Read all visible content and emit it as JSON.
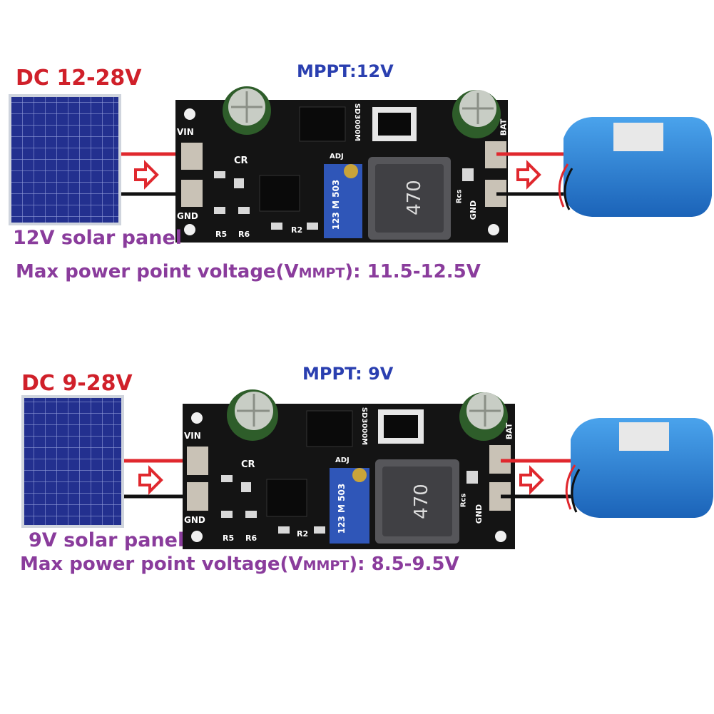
{
  "diagrams": [
    {
      "input_range": "DC 12-28V",
      "mppt": "MPPT:12V",
      "panel_label": "12V solar panel",
      "vmp_prefix": "Max power point voltage(V",
      "vmp_sub": "MMPT",
      "vmp_suffix": "):  11.5-12.5V",
      "board": {
        "vin": "VIN",
        "gnd": "GND",
        "bat": "BAT",
        "gnd2": "GND",
        "cr": "CR",
        "adj": "ADJ",
        "r5": "R5",
        "r6": "R6",
        "r2": "R2",
        "rcs": "Rcs",
        "inductor": "470",
        "pot_code": "123 M 503",
        "chip": "SD3000M"
      }
    },
    {
      "input_range": "DC 9-28V",
      "mppt": "MPPT: 9V",
      "panel_label": "9V solar panel",
      "vmp_prefix": "Max power point voltage(V",
      "vmp_sub": "MMPT",
      "vmp_suffix": "): 8.5-9.5V",
      "board": {
        "vin": "VIN",
        "gnd": "GND",
        "bat": "BAT",
        "gnd2": "GND",
        "cr": "CR",
        "adj": "ADJ",
        "r5": "R5",
        "r6": "R6",
        "r2": "R2",
        "rcs": "Rcs",
        "inductor": "470",
        "pot_code": "123 M 503",
        "chip": "SD3000M"
      }
    }
  ],
  "colors": {
    "input_text": "#d0202a",
    "mppt_text": "#2a3fb0",
    "label_text": "#8a3c9c",
    "wire_positive": "#e0282e",
    "wire_negative": "#111111",
    "board": "#141414",
    "battery": "#2a7fd4"
  }
}
